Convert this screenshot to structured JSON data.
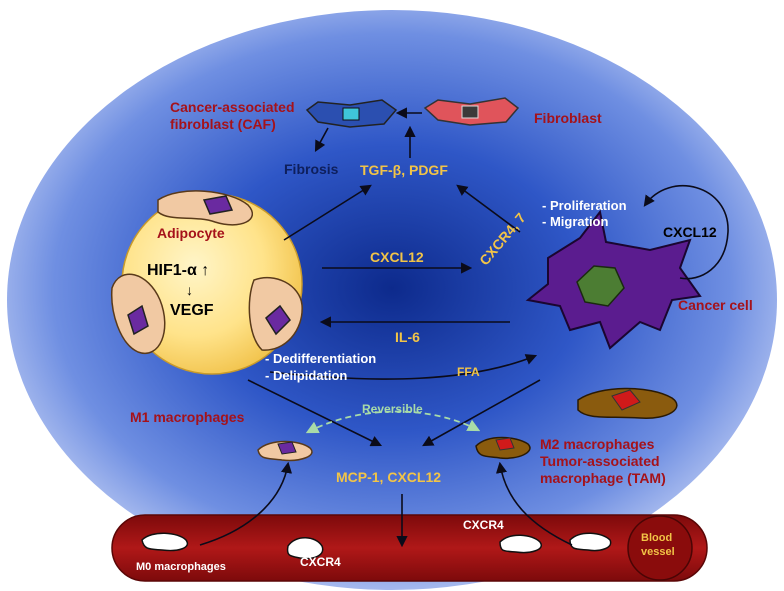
{
  "labels": {
    "caf_line1": "Cancer-associated",
    "caf_line2": "fibroblast (CAF)",
    "fibroblast": "Fibroblast",
    "fibrosis": "Fibrosis",
    "tgf": "TGF-β, PDGF",
    "proliferation": "- Proliferation",
    "migration": "- Migration",
    "cxcl12_loop": "CXCL12",
    "adipocyte": "Adipocyte",
    "hif": "HIF1-α",
    "hif_arrow": "↑",
    "vegf_arrow": "↓",
    "vegf": "VEGF",
    "cxcl12_mid": "CXCL12",
    "cxcr47": "CXCR4, 7",
    "cancer_cell": "Cancer cell",
    "il6": "IL-6",
    "dediff": "- Dedifferentiation",
    "delip": "- Delipidation",
    "ffa": "FFA",
    "reversible": "Reversible",
    "m1": "M1 macrophages",
    "m2_line1": "M2 macrophages",
    "m2_line2": "Tumor-associated",
    "m2_line3": "macrophage (TAM)",
    "mcp": "MCP-1, CXCL12",
    "cxcr4_right": "CXCR4",
    "cxcr4_left": "CXCR4",
    "m0": "M0 macrophages",
    "blood_line1": "Blood",
    "blood_line2": "vessel"
  },
  "colors": {
    "dark_red": "#a5121a",
    "yellow_text": "#f2c447",
    "cancer_purple": "#5b1c8f",
    "blood_vessel": "#9e0f10"
  }
}
